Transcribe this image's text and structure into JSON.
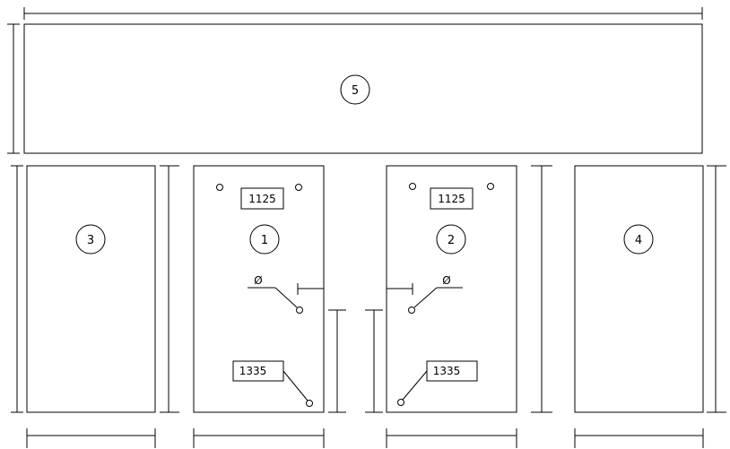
{
  "panels": {
    "top": {
      "number": "5"
    },
    "left": {
      "number": "3"
    },
    "right": {
      "number": "4"
    },
    "door_1": {
      "number": "1",
      "dim_top": "1125",
      "dim_bottom": "1335",
      "hinge_symbol": "Ø"
    },
    "door_2": {
      "number": "2",
      "dim_top": "1125",
      "dim_bottom": "1335",
      "hinge_symbol": "Ø"
    }
  }
}
